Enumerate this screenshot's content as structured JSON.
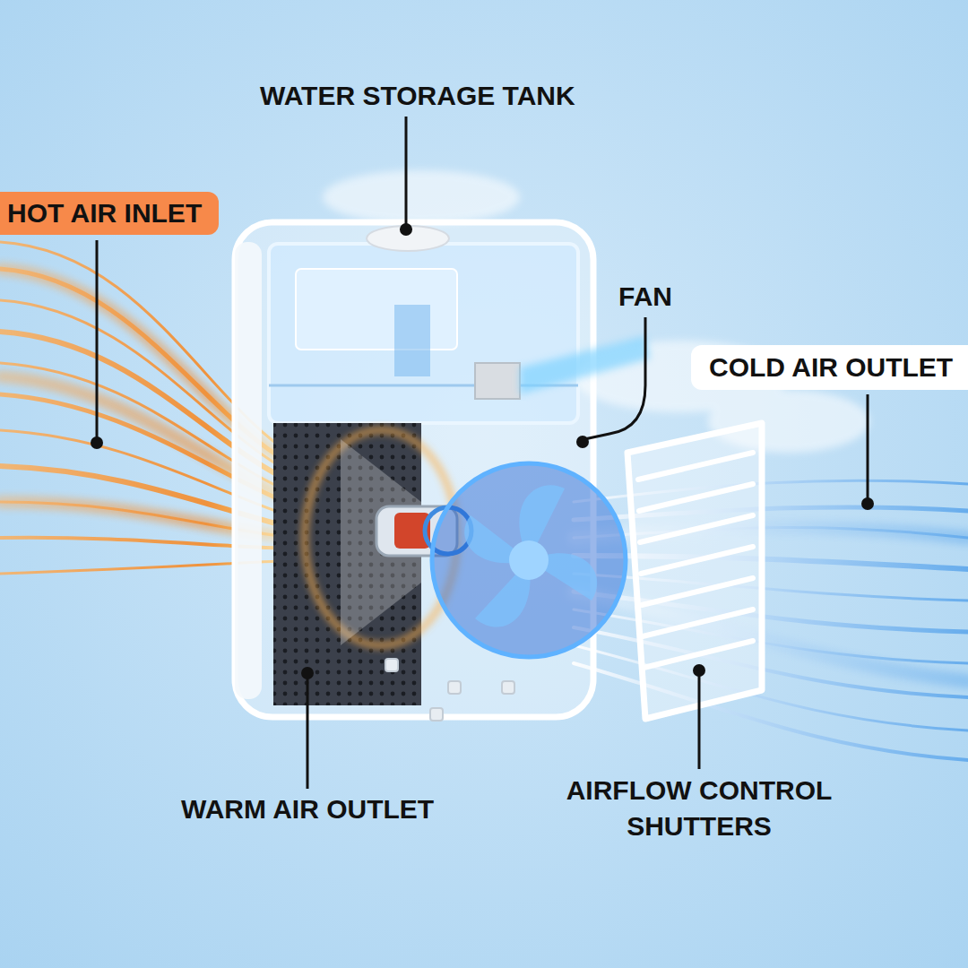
{
  "diagram": {
    "nodes": [
      {
        "text": [
          "HOT AIR INLET"
        ]
      },
      {
        "text": [
          "COLD AIR OUTLET"
        ]
      }
    ],
    "labels": [
      "WATER STORAGE TANK",
      "FAN",
      "WARM AIR OUTLET",
      "AIRFLOW CONTROL SHUTTERS"
    ]
  }
}
